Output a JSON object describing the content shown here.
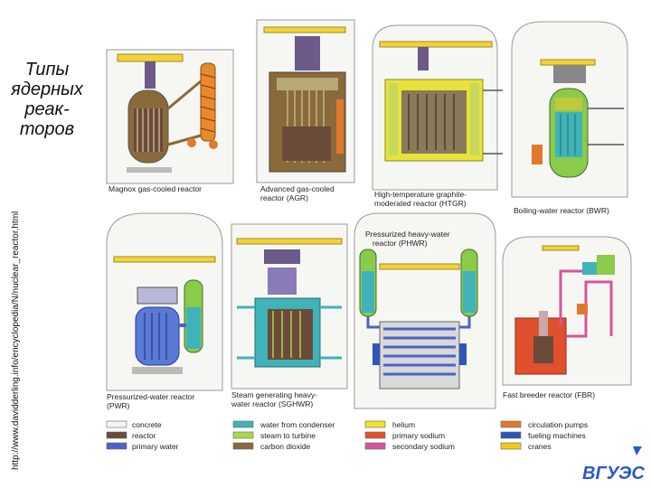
{
  "slide": {
    "title": "Типы\nядерных\nреак-\nторов",
    "source_url": "http://www.davidderling.info/encyclopedia/N/nuclear_reactor.html"
  },
  "reactors": [
    {
      "caption_1": "Magnox gas-cooled reactor",
      "caption_2": ""
    },
    {
      "caption_1": "Advanced gas-cooled",
      "caption_2": "reactor (AGR)"
    },
    {
      "caption_1": "High-temperature graphite-",
      "caption_2": "moderated reactor (HTGR)"
    },
    {
      "caption_1": "Boiling-water reactor (BWR)",
      "caption_2": ""
    },
    {
      "caption_1": "Pressurized-water reactor",
      "caption_2": "(PWR)"
    },
    {
      "caption_1": "Steam generating heavy-",
      "caption_2": "water reactor (SGHWR)"
    },
    {
      "caption_1": "Pressurized heavy-water",
      "caption_2": "reactor (PHWR)"
    },
    {
      "caption_1": "Fast breeder reactor (FBR)",
      "caption_2": ""
    }
  ],
  "legend": [
    {
      "label": "concrete",
      "color": "#f4f4f0"
    },
    {
      "label": "reactor",
      "color": "#6b4a3a"
    },
    {
      "label": "primary water",
      "color": "#4a63c8"
    },
    {
      "label": "water from condenser",
      "color": "#3fb3b8"
    },
    {
      "label": "steam to turbine",
      "color": "#a8d84a"
    },
    {
      "label": "carbon dioxide",
      "color": "#8a6a3a"
    },
    {
      "label": "helium",
      "color": "#f2e12a"
    },
    {
      "label": "primary sodium",
      "color": "#e0502e"
    },
    {
      "label": "secondary sodium",
      "color": "#d6549a"
    },
    {
      "label": "circulation pumps",
      "color": "#e07a2a"
    },
    {
      "label": "fueling machines",
      "color": "#2e56b8"
    },
    {
      "label": "cranes",
      "color": "#f2c81a"
    }
  ],
  "logo": {
    "text": "ВГУЭС"
  }
}
